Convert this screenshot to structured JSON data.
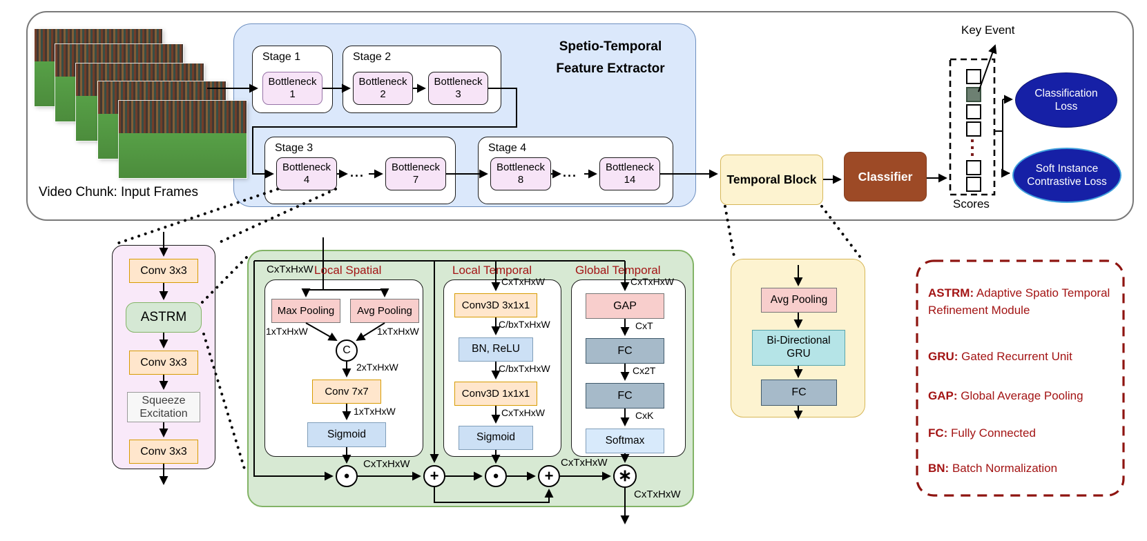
{
  "overview": {
    "video_label": "Video Chunk: Input Frames",
    "extractor": {
      "title_line1": "Spetio-Temporal",
      "title_line2": "Feature Extractor",
      "stage1": "Stage 1",
      "stage2": "Stage 2",
      "stage3": "Stage 3",
      "stage4": "Stage 4",
      "bottleneck": "Bottleneck",
      "b1": "1",
      "b2": "2",
      "b3": "3",
      "b4": "4",
      "b7": "7",
      "b8": "8",
      "b14": "14",
      "ellipsis": "..."
    },
    "temporal_block": "Temporal Block",
    "classifier": "Classifier",
    "scores_label": "Scores",
    "key_event": "Key Event",
    "loss_classification_line1": "Classification",
    "loss_classification_line2": "Loss",
    "loss_contrastive_line1": "Soft Instance",
    "loss_contrastive_line2": "Contrastive Loss"
  },
  "bottleneck_detail": {
    "conv3x3_a": "Conv 3x3",
    "astrm": "ASTRM",
    "conv3x3_b": "Conv 3x3",
    "squeeze_line1": "Squeeze",
    "squeeze_line2": "Excitation",
    "conv3x3_c": "Conv 3x3"
  },
  "astrm_detail": {
    "input_dim": "CxTxHxW",
    "local_spatial": {
      "title": "Local Spatial",
      "max_pooling": "Max Pooling",
      "avg_pooling": "Avg Pooling",
      "concat": "C",
      "dim_after_pool_left": "1xTxHxW",
      "dim_after_pool_right": "1xTxHxW",
      "dim_after_concat": "2xTxHxW",
      "conv7x7": "Conv 7x7",
      "dim_after_conv": "1xTxHxW",
      "sigmoid": "Sigmoid"
    },
    "local_temporal": {
      "title": "Local Temporal",
      "dim_in": "CxTxHxW",
      "conv3d_311": "Conv3D 3x1x1",
      "dim_mid1": "C/bxTxHxW",
      "bn_relu": "BN, ReLU",
      "dim_mid2": "C/bxTxHxW",
      "conv3d_111": "Conv3D 1x1x1",
      "dim_out": "CxTxHxW",
      "sigmoid": "Sigmoid"
    },
    "global_temporal": {
      "title": "Global Temporal",
      "dim_in": "CxTxHxW",
      "gap": "GAP",
      "dim_ct": "CxT",
      "fc1": "FC",
      "dim_c2t": "Cx2T",
      "fc2": "FC",
      "dim_ck": "CxK",
      "softmax": "Softmax"
    },
    "op_multiply_1": "●",
    "op_add_1": "+",
    "op_multiply_2": "●",
    "op_add_2": "+",
    "op_convolve": "∗",
    "dim_after_op1": "CxTxHxW",
    "dim_after_op2": "CxTxHxW",
    "dim_output": "CxTxHxW"
  },
  "temporal_detail": {
    "avg_pooling": "Avg Pooling",
    "gru_line1": "Bi-Directional",
    "gru_line2": "GRU",
    "fc": "FC"
  },
  "legend": {
    "items": [
      {
        "abbr": "ASTRM:",
        "text": " Adaptive Spatio Temporal Refinement Module"
      },
      {
        "abbr": "GRU:",
        "text": " Gated Recurrent Unit"
      },
      {
        "abbr": "GAP:",
        "text": " Global Average Pooling"
      },
      {
        "abbr": "FC:",
        "text": " Fully Connected"
      },
      {
        "abbr": "BN:",
        "text": " Batch Normalization"
      }
    ]
  }
}
